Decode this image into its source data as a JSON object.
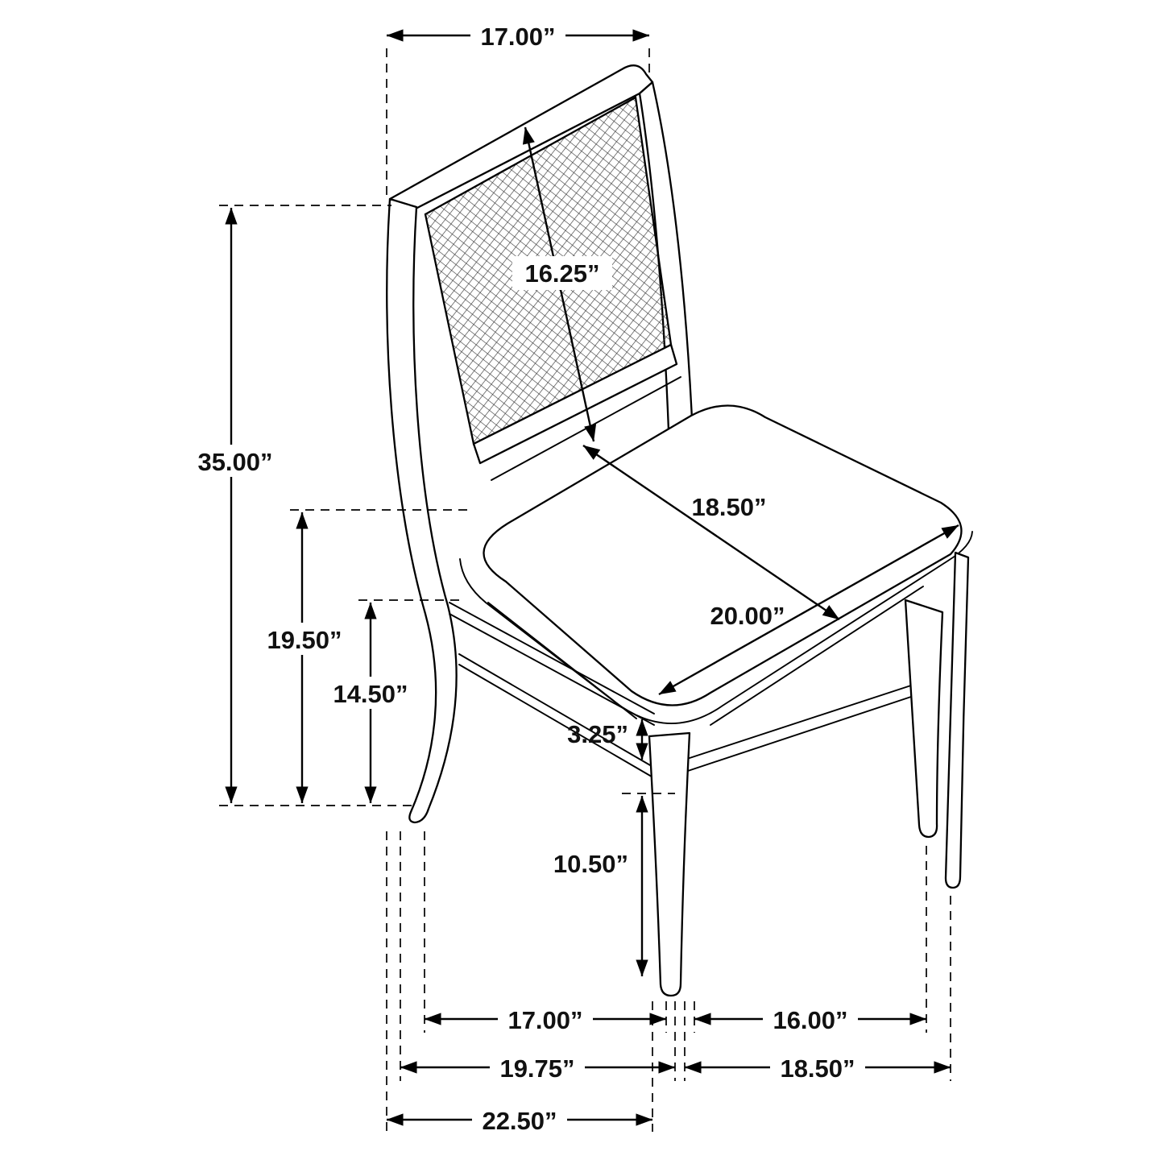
{
  "diagram": {
    "type": "furniture-dimension-drawing",
    "subject": "dining side chair with cane back and upholstered seat",
    "unit": "inches"
  },
  "dims": {
    "back_width": "17.00”",
    "back_panel_diagonal": "16.25”",
    "overall_height": "35.00”",
    "seat_back_height": "19.50”",
    "seat_height": "14.50”",
    "seat_depth": "18.50”",
    "seat_width": "20.00”",
    "stretcher_gap": "3.25”",
    "leg_height": "10.50”",
    "front_leg_spacing": "17.00”",
    "side_leg_spacing": "16.00”",
    "base_depth": "19.75”",
    "base_width": "18.50”",
    "overall_depth": "22.50”"
  }
}
